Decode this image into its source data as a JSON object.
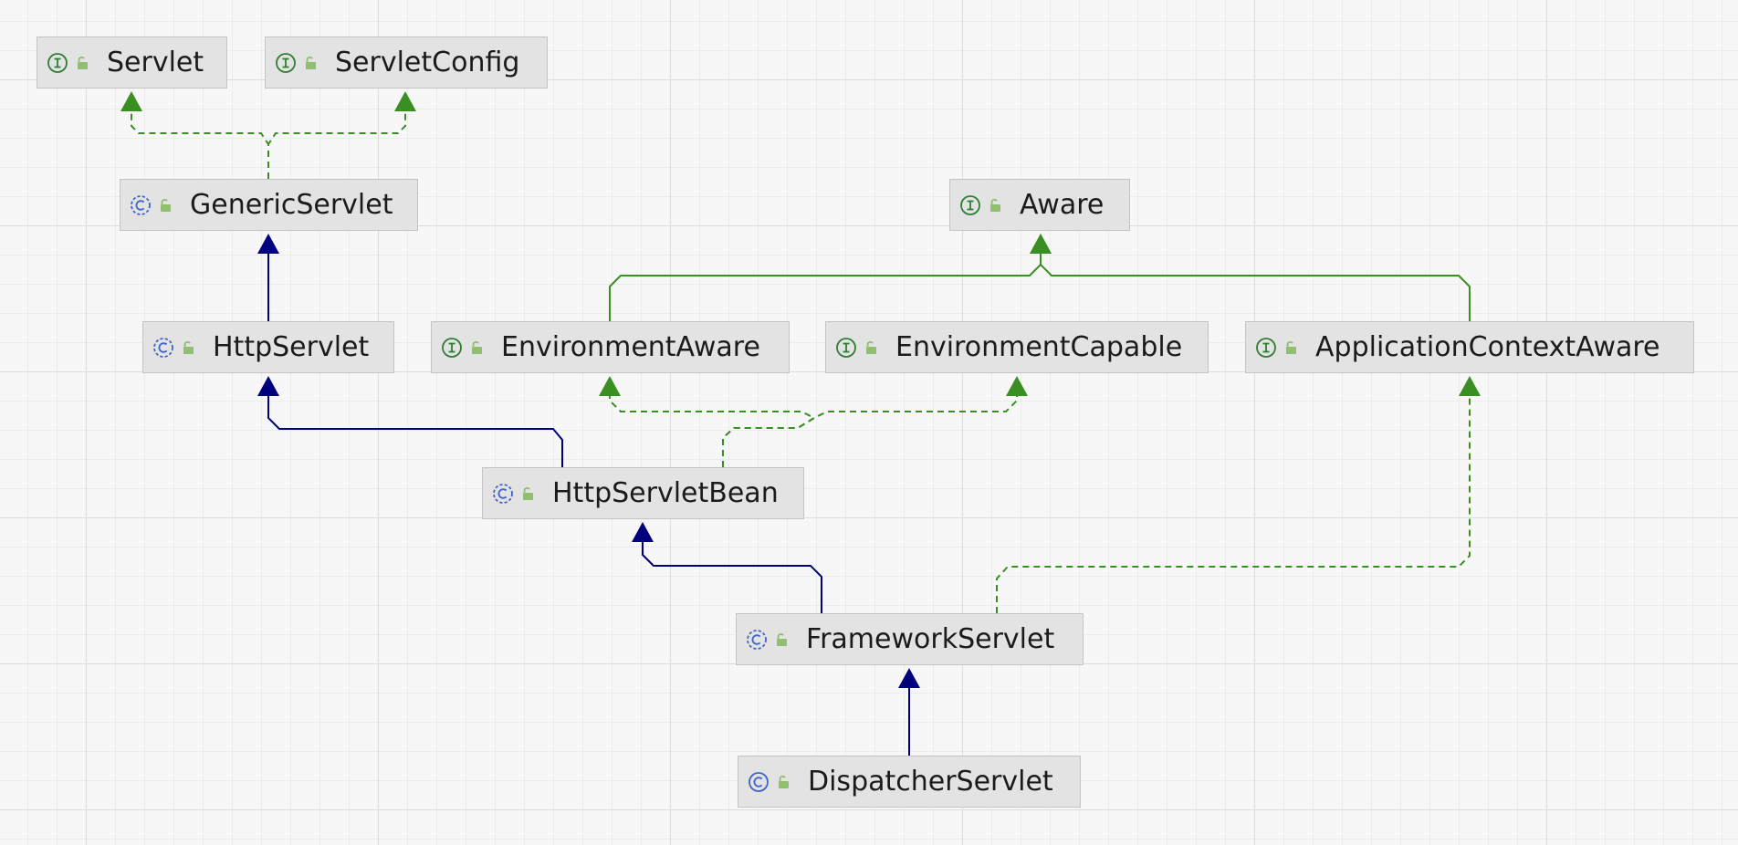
{
  "colors": {
    "interface_icon": "#2e7d32",
    "class_icon": "#3f63c9",
    "lock_icon": "#8fbf6f",
    "extends_edge": "#00007f",
    "implements_edge": "#3a8f22",
    "node_fill": "#e3e3e3",
    "node_border": "#c4c4c4"
  },
  "nodes": [
    {
      "id": "servlet",
      "label": "Servlet",
      "kind": "interface",
      "icon": "interface-icon"
    },
    {
      "id": "servlet_config",
      "label": "ServletConfig",
      "kind": "interface",
      "icon": "interface-icon"
    },
    {
      "id": "generic_servlet",
      "label": "GenericServlet",
      "kind": "abstract-class",
      "icon": "abstract-class-icon"
    },
    {
      "id": "aware",
      "label": "Aware",
      "kind": "interface",
      "icon": "interface-icon"
    },
    {
      "id": "http_servlet",
      "label": "HttpServlet",
      "kind": "abstract-class",
      "icon": "abstract-class-icon"
    },
    {
      "id": "environment_aware",
      "label": "EnvironmentAware",
      "kind": "interface",
      "icon": "interface-icon"
    },
    {
      "id": "environment_capable",
      "label": "EnvironmentCapable",
      "kind": "interface",
      "icon": "interface-icon"
    },
    {
      "id": "application_context_aware",
      "label": "ApplicationContextAware",
      "kind": "interface",
      "icon": "interface-icon"
    },
    {
      "id": "http_servlet_bean",
      "label": "HttpServletBean",
      "kind": "abstract-class",
      "icon": "abstract-class-icon"
    },
    {
      "id": "framework_servlet",
      "label": "FrameworkServlet",
      "kind": "abstract-class",
      "icon": "abstract-class-icon"
    },
    {
      "id": "dispatcher_servlet",
      "label": "DispatcherServlet",
      "kind": "class",
      "icon": "class-icon"
    }
  ],
  "edges": [
    {
      "from": "generic_servlet",
      "to": "servlet",
      "type": "implements"
    },
    {
      "from": "generic_servlet",
      "to": "servlet_config",
      "type": "implements"
    },
    {
      "from": "http_servlet",
      "to": "generic_servlet",
      "type": "extends"
    },
    {
      "from": "environment_aware",
      "to": "aware",
      "type": "extends-interface"
    },
    {
      "from": "application_context_aware",
      "to": "aware",
      "type": "extends-interface"
    },
    {
      "from": "http_servlet_bean",
      "to": "http_servlet",
      "type": "extends"
    },
    {
      "from": "http_servlet_bean",
      "to": "environment_aware",
      "type": "implements"
    },
    {
      "from": "http_servlet_bean",
      "to": "environment_capable",
      "type": "implements"
    },
    {
      "from": "framework_servlet",
      "to": "http_servlet_bean",
      "type": "extends"
    },
    {
      "from": "framework_servlet",
      "to": "application_context_aware",
      "type": "implements"
    },
    {
      "from": "dispatcher_servlet",
      "to": "framework_servlet",
      "type": "extends"
    }
  ]
}
